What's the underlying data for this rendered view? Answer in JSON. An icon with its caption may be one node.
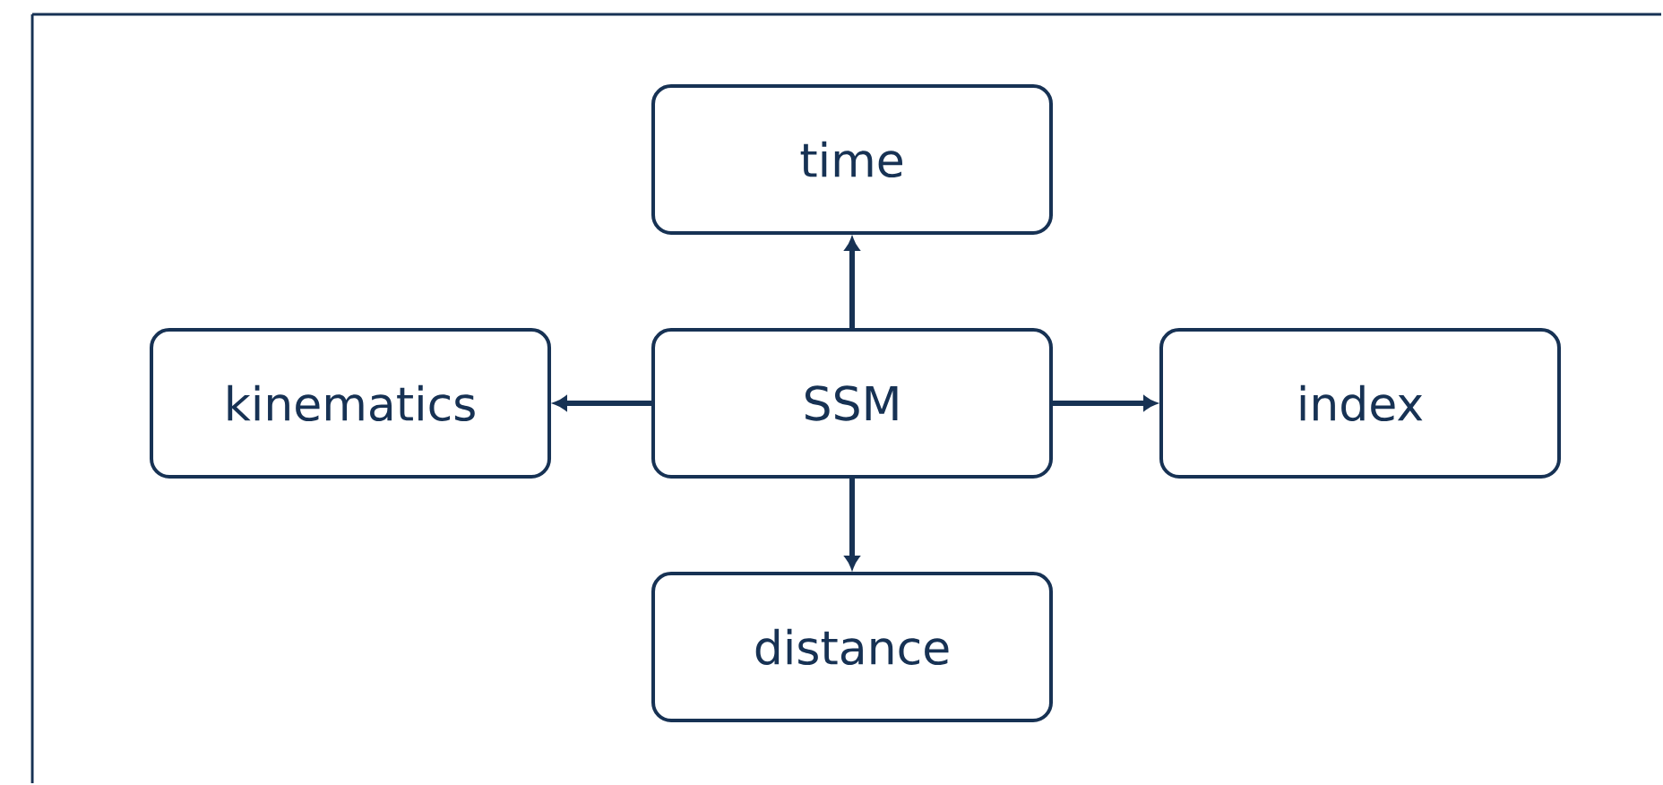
{
  "diagram": {
    "nodes": [
      {
        "text": [
          "time"
        ]
      },
      {
        "text": [
          "kinematics"
        ]
      },
      {
        "text": [
          "SSM"
        ]
      },
      {
        "text": [
          "index"
        ]
      },
      {
        "text": [
          "distance"
        ]
      }
    ],
    "edges": [
      {
        "from": 2,
        "to": 0,
        "arrow": "to"
      },
      {
        "from": 2,
        "to": 1,
        "arrow": "to"
      },
      {
        "from": 2,
        "to": 3,
        "arrow": "to"
      },
      {
        "from": 2,
        "to": 4,
        "arrow": "to"
      }
    ]
  }
}
